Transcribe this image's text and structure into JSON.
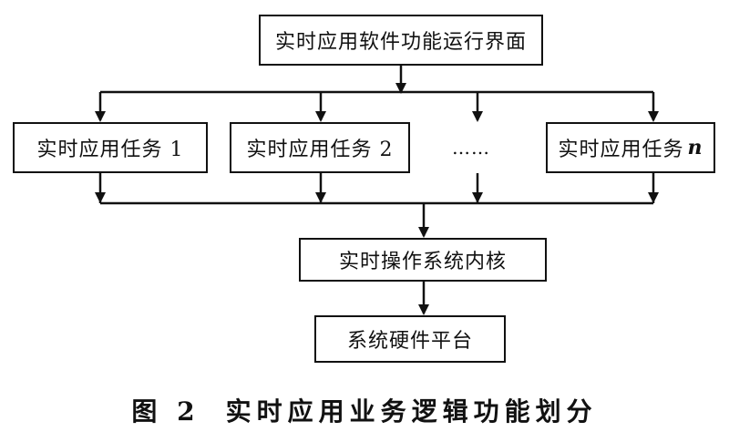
{
  "diagram": {
    "top_box": "实时应用软件功能运行界面",
    "tasks": [
      {
        "label": "实时应用任务 1",
        "suffix": ""
      },
      {
        "label": "实时应用任务 2",
        "suffix": ""
      },
      {
        "label": "实时应用任务 ",
        "suffix": "n"
      }
    ],
    "ellipsis": "……",
    "kernel_box": "实时操作系统内核",
    "platform_box": "系统硬件平台"
  },
  "caption": {
    "figure": "图 2",
    "title": "实时应用业务逻辑功能划分"
  }
}
